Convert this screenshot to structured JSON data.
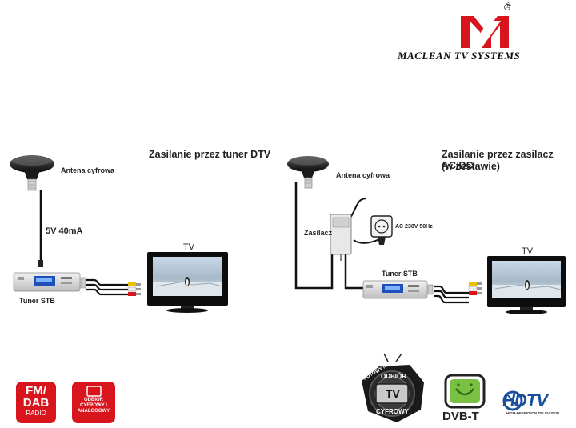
{
  "brand": {
    "name": "MACLEAN TV SYSTEMS",
    "registered": "®"
  },
  "left": {
    "title": "Zasilanie przez tuner DTV",
    "antenna_label": "Antena cyfrowa",
    "power_label": "5V 40mA",
    "tuner_label": "Tuner STB",
    "tv_label": "TV"
  },
  "right": {
    "title_line1": "Zasilanie przez zasilacz AC/DC",
    "title_line2": "(w zestawie)",
    "antenna_label": "Antena cyfrowa",
    "supply_label": "Zasilacz",
    "ac_label": "AC 230V 50Hz",
    "tuner_label": "Tuner STB",
    "tv_label": "TV"
  },
  "badges": {
    "fmdab": {
      "line1": "FM/",
      "line2": "DAB",
      "line3": "RADIO"
    },
    "digital": {
      "line1": "ODBIÓR",
      "line2": "CYFROWY I",
      "line3": "ANALOGOWY"
    },
    "stamp": {
      "arc": "GOTOWY NA",
      "top": "ODBIÓR",
      "middle": "TV",
      "bottom": "CYFROWY"
    },
    "dvbt": {
      "label": "DVB-T"
    },
    "hdtv": {
      "label": "HDTV",
      "sub": "HIGH-DEFINITION TELEVISION"
    }
  },
  "colors": {
    "brand_red": "#d8141c",
    "dvbt_green": "#7ac143",
    "line": "#111111"
  }
}
